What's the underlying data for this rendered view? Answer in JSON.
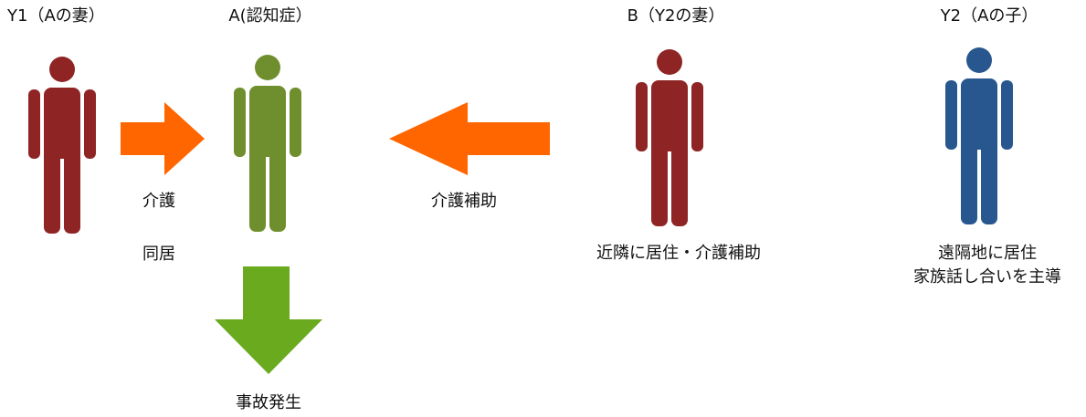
{
  "people": [
    {
      "label": "Y1（Aの妻）",
      "icon": "person-icon",
      "color": "#8f2424"
    },
    {
      "label": "A(認知症）",
      "icon": "person-icon",
      "color": "#6f8f2e"
    },
    {
      "label": "B（Y2の妻）",
      "icon": "person-icon",
      "color": "#8f2424"
    },
    {
      "label": "Y2（Aの子）",
      "icon": "person-icon",
      "color": "#28578f"
    }
  ],
  "relations": {
    "y1_to_a": {
      "label": "介護",
      "sub": "同居",
      "color": "#ff6600"
    },
    "b_to_a": {
      "label": "介護補助",
      "color": "#ff6600"
    },
    "a_outcome": {
      "label": "事故発生",
      "color": "#6aaa1e"
    }
  },
  "descriptions": {
    "b": "近隣に居住・介護補助",
    "y2_line1": "遠隔地に居住",
    "y2_line2": "家族話し合いを主導"
  }
}
